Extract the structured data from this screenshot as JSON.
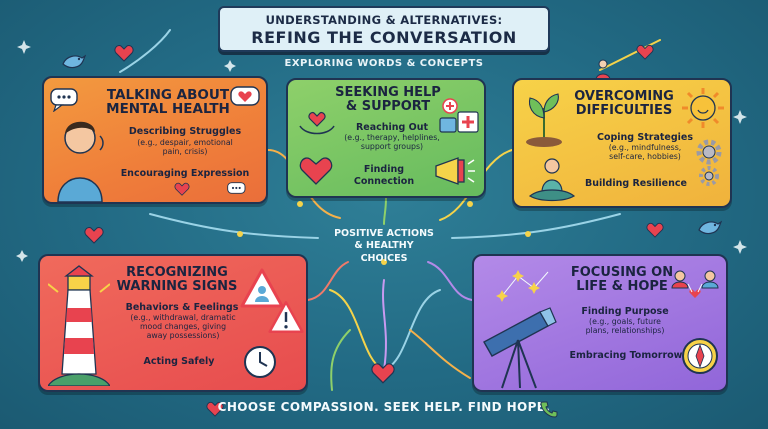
{
  "header": {
    "title_line1": "UNDERSTANDING & ALTERNATIVES:",
    "title_line2": "REFING THE CONVERSATION",
    "subtitle": "EXPLORING WORDS & CONCEPTS"
  },
  "cards": {
    "talk": {
      "title1": "TALKING ABOUT",
      "title2": "MENTAL HEALTH",
      "item1": "Describing Struggles",
      "item1_ex1": "(e.g., despair, emotional",
      "item1_ex2": "pain, crisis)",
      "item2": "Encouraging Expression"
    },
    "help": {
      "title1": "SEEKING HELP",
      "title2": "& SUPPORT",
      "item1": "Reaching Out",
      "item1_ex1": "(e.g., therapy, helplines,",
      "item1_ex2": "support groups)",
      "item2a": "Finding",
      "item2b": "Connection"
    },
    "overcome": {
      "title1": "OVERCOMING",
      "title2": "DIFFICULTIES",
      "item1": "Coping Strategies",
      "item1_ex1": "(e.g., mindfulness,",
      "item1_ex2": "self-care, hobbies)",
      "item2": "Building Resilience"
    },
    "warn": {
      "title1": "RECOGNIZING",
      "title2": "WARNING SIGNS",
      "item1": "Behaviors & Feelings",
      "item1_ex1": "(e.g., withdrawal, dramatic",
      "item1_ex2": "mood changes, giving",
      "item1_ex3": "away possessions)",
      "item2": "Acting Safely"
    },
    "life": {
      "title1": "FOCUSING ON",
      "title2": "LIFE & HOPE",
      "item1": "Finding Purpose",
      "item1_ex1": "(e.g., goals, future",
      "item1_ex2": "plans, relationships)",
      "item2": "Embracing Tomorrow"
    }
  },
  "center": {
    "line1": "POSITIVE ACTIONS",
    "line2": "& HEALTHY",
    "line3": "CHOICES"
  },
  "footer": {
    "text": "CHOOSE COMPASSION. SEEK HELP. FIND HOPE."
  },
  "colors": {
    "background": "#226a84",
    "talk": "#ef7e3a",
    "help": "#66bb5e",
    "overcome": "#f0b23c",
    "warn": "#e74c4e",
    "life": "#9166d9",
    "heart": "#e8434f"
  },
  "icons": [
    "speech-bubble-icon",
    "person-talking-icon",
    "heart-hands-icon",
    "first-aid-kit-icon",
    "megaphone-icon",
    "sprout-icon",
    "sun-icon",
    "gear-icon",
    "meditating-person-icon",
    "lighthouse-icon",
    "warning-sign-icon",
    "clock-icon",
    "telescope-icon",
    "compass-icon",
    "people-network-icon",
    "bird-icon",
    "heart-icon",
    "phone-icon"
  ]
}
